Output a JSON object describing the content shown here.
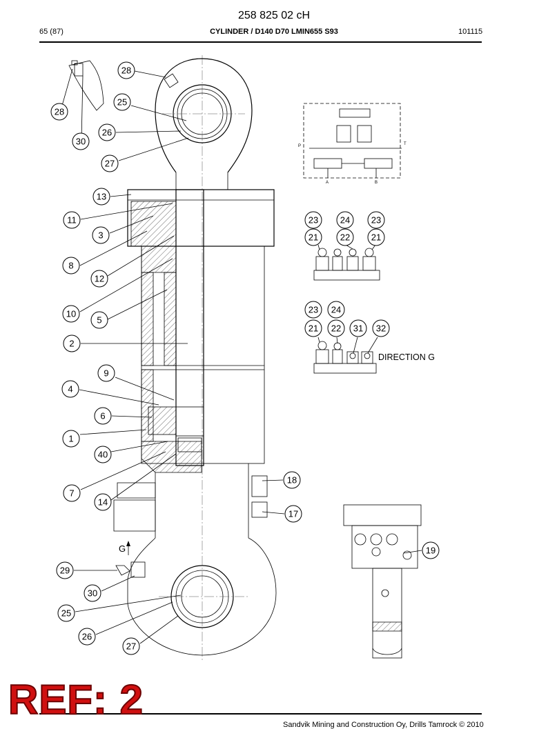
{
  "header": {
    "doc_number": "258 825 02 cH",
    "page": "65 (87)",
    "title": "CYLINDER / D140 D70 LMIN655 S93",
    "date_code": "101115"
  },
  "footer": {
    "copyright": "Sandvik Mining and Construction Oy, Drills Tamrock © 2010",
    "stamp": "REF: 2"
  },
  "labels": {
    "direction": "DIRECTION G",
    "direction_arrow": "G",
    "schematic_p": "P",
    "schematic_t": "T",
    "schematic_a": "A",
    "schematic_b": "B"
  },
  "callouts": [
    {
      "id": "c28a",
      "n": "28"
    },
    {
      "id": "c28b",
      "n": "28"
    },
    {
      "id": "c30a",
      "n": "30"
    },
    {
      "id": "c25a",
      "n": "25"
    },
    {
      "id": "c26a",
      "n": "26"
    },
    {
      "id": "c27a",
      "n": "27"
    },
    {
      "id": "c13",
      "n": "13"
    },
    {
      "id": "c11",
      "n": "11"
    },
    {
      "id": "c3",
      "n": "3"
    },
    {
      "id": "c8",
      "n": "8"
    },
    {
      "id": "c12",
      "n": "12"
    },
    {
      "id": "c10",
      "n": "10"
    },
    {
      "id": "c5",
      "n": "5"
    },
    {
      "id": "c2",
      "n": "2"
    },
    {
      "id": "c9",
      "n": "9"
    },
    {
      "id": "c4",
      "n": "4"
    },
    {
      "id": "c6",
      "n": "6"
    },
    {
      "id": "c1",
      "n": "1"
    },
    {
      "id": "c40",
      "n": "40"
    },
    {
      "id": "c7",
      "n": "7"
    },
    {
      "id": "c14",
      "n": "14"
    },
    {
      "id": "c18",
      "n": "18"
    },
    {
      "id": "c17",
      "n": "17"
    },
    {
      "id": "c29",
      "n": "29"
    },
    {
      "id": "c30b",
      "n": "30"
    },
    {
      "id": "c25b",
      "n": "25"
    },
    {
      "id": "c26b",
      "n": "26"
    },
    {
      "id": "c27b",
      "n": "27"
    },
    {
      "id": "c23a",
      "n": "23"
    },
    {
      "id": "c24a",
      "n": "24"
    },
    {
      "id": "c23b",
      "n": "23"
    },
    {
      "id": "c21a",
      "n": "21"
    },
    {
      "id": "c22a",
      "n": "22"
    },
    {
      "id": "c21b",
      "n": "21"
    },
    {
      "id": "c23c",
      "n": "23"
    },
    {
      "id": "c24b",
      "n": "24"
    },
    {
      "id": "c21c",
      "n": "21"
    },
    {
      "id": "c22b",
      "n": "22"
    },
    {
      "id": "c31",
      "n": "31"
    },
    {
      "id": "c32",
      "n": "32"
    },
    {
      "id": "c19",
      "n": "19"
    }
  ]
}
